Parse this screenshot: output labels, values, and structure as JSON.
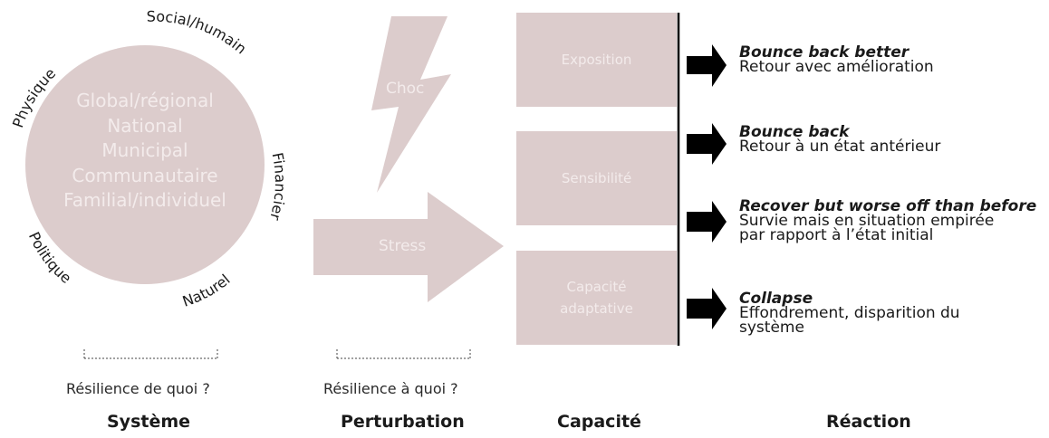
{
  "system": {
    "arc_labels": {
      "physique": "Physique",
      "social": "Social/humain",
      "financier": "Financier",
      "naturel": "Naturel",
      "politique": "Politique"
    },
    "scales": [
      "Global/régional",
      "National",
      "Municipal",
      "Communautaire",
      "Familial/individuel"
    ],
    "caption": "Résilience de quoi ?",
    "title": "Système"
  },
  "perturbation": {
    "shock_label": "Choc",
    "stress_label": "Stress",
    "caption": "Résilience à quoi ?",
    "title": "Perturbation"
  },
  "capacity": {
    "boxes": [
      {
        "line1": "Exposition",
        "line2": ""
      },
      {
        "line1": "Sensibilité",
        "line2": ""
      },
      {
        "line1": "Capacité",
        "line2": "adaptative"
      }
    ],
    "title": "Capacité"
  },
  "reaction": {
    "items": [
      {
        "title": "Bounce back better",
        "line1": "Retour avec amélioration",
        "line2": ""
      },
      {
        "title": "Bounce back",
        "line1": "Retour à un état antérieur",
        "line2": ""
      },
      {
        "title": "Recover but worse off than before",
        "line1": "Survie mais en situation empirée",
        "line2": "par rapport à l’état initial"
      },
      {
        "title": "Collapse",
        "line1": "Effondrement, disparition du",
        "line2": "système"
      }
    ],
    "title": "Réaction"
  },
  "colors": {
    "shape_fill": "#dccccc",
    "shape_text": "#f3ebeb",
    "ink": "#1a1a1a"
  }
}
